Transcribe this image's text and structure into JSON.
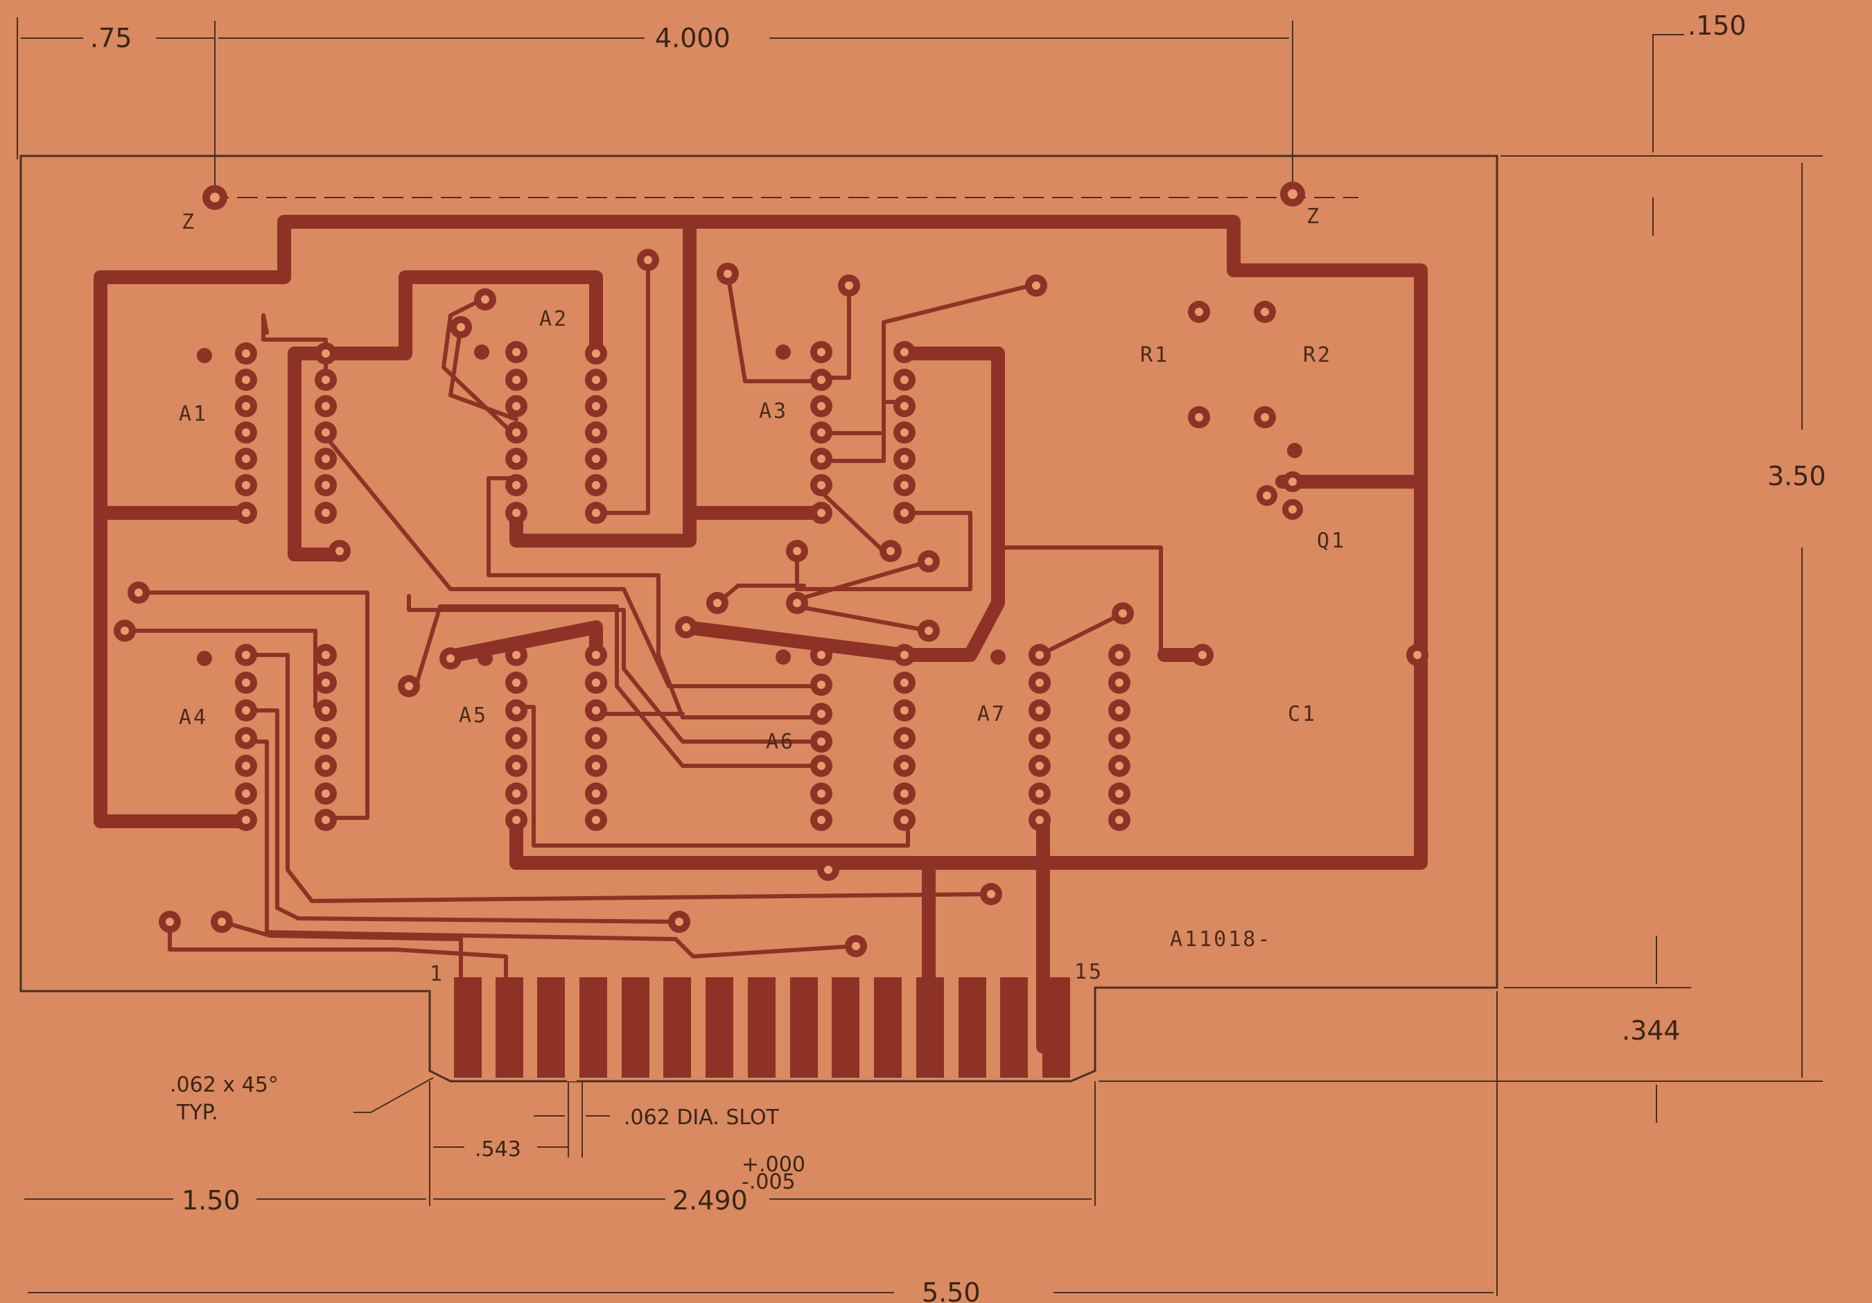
{
  "dimensions": {
    "top_left": ".75",
    "top_span": "4.000",
    "top_right": ".150",
    "height": "3.50",
    "tab_depth": ".344",
    "left_offset": "1.50",
    "tab_width": "2.490",
    "tolerance_plus": "+.000",
    "tolerance_minus": "-.005",
    "first_finger": ".543",
    "total_width": "5.50",
    "chamfer": ".062 x 45°",
    "chamfer_note": "TYP.",
    "slot": ".062 DIA. SLOT"
  },
  "labels": {
    "z_left": "Z",
    "z_right": "Z",
    "a1": "A1",
    "a2": "A2",
    "a3": "A3",
    "a4": "A4",
    "a5": "A5",
    "a6": "A6",
    "a7": "A7",
    "r1": "R1",
    "r2": "R2",
    "q1": "Q1",
    "c1": "C1",
    "part_number": "A11018-",
    "pin_first": "1",
    "pin_last": "15"
  },
  "colors": {
    "copper": "#8e3226",
    "paper": "#d98a60",
    "ink": "#3a2418"
  }
}
